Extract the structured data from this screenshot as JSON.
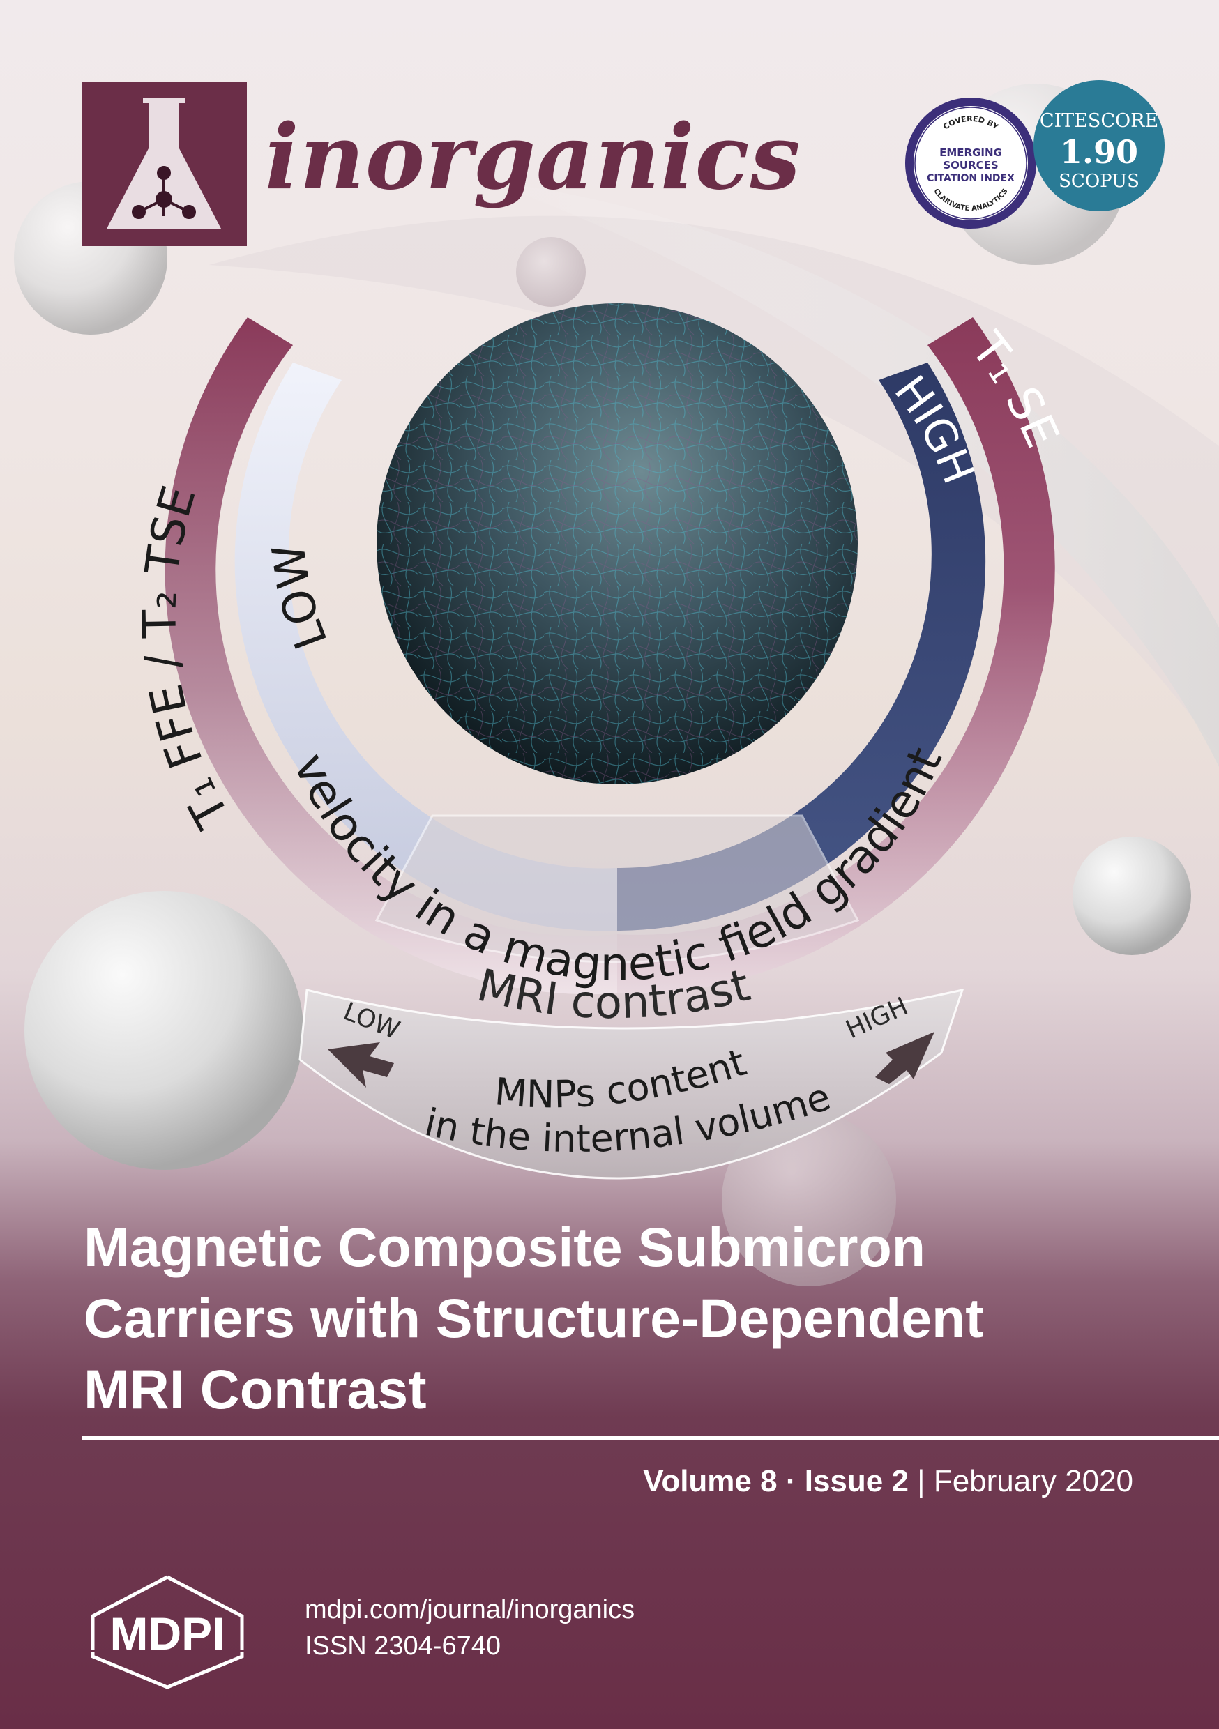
{
  "journal": {
    "name": "inorganics"
  },
  "badges": {
    "esci": {
      "top_arc": "COVERED BY",
      "line1": "EMERGING",
      "line2": "SOURCES",
      "line3": "CITATION INDEX",
      "bottom_arc": "CLARIVATE ANALYTICS"
    },
    "citescore": {
      "label": "CITESCORE",
      "value": "1.90",
      "source": "SCOPUS"
    }
  },
  "figure": {
    "left_outer_label": "T₁ FFE / T₂ TSE",
    "left_inner_label": "LOW",
    "right_outer_label": "T₁ SE",
    "right_inner_label": "HIGH",
    "arc_caption": "velocity in a magnetic field gradient",
    "mri_label": "MRI contrast",
    "scale_low": "LOW",
    "scale_high": "HIGH",
    "content_line1": "MNPs content",
    "content_line2": "in the internal volume"
  },
  "article": {
    "title_line1": "Magnetic Composite Submicron",
    "title_line2": "Carriers with Structure-Dependent",
    "title_line3": "MRI Contrast"
  },
  "issue": {
    "volume": "Volume 8",
    "separator": " · ",
    "issue": "Issue 2",
    "divider": " | ",
    "date": "February 2020"
  },
  "publisher": {
    "logo_text": "MDPI",
    "url": "mdpi.com/journal/inorganics",
    "issn": "ISSN 2304-6740"
  }
}
